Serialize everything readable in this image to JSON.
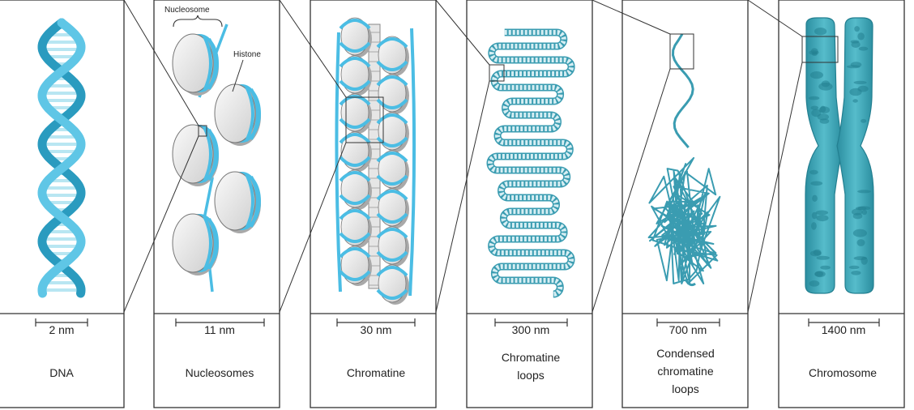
{
  "colors": {
    "dna_light": "#5fc6e6",
    "dna_dark": "#2a9bbf",
    "dna_rung": "#b8e6f2",
    "histone_strand": "#4bbde4",
    "disc_face": "#eeeeee",
    "disc_shadow": "#a9a9a9",
    "chromosome_fill": "#3ea7b8",
    "chromosome_dark": "#237f90",
    "loop_outline": "#3a9cb1"
  },
  "panels": [
    {
      "scale": "2 nm",
      "name_lines": [
        "DNA"
      ]
    },
    {
      "scale": "11 nm",
      "name_lines": [
        "Nucleosomes"
      ]
    },
    {
      "scale": "30 nm",
      "name_lines": [
        "Chromatine"
      ]
    },
    {
      "scale": "300 nm",
      "name_lines": [
        "Chromatine",
        "loops"
      ]
    },
    {
      "scale": "700 nm",
      "name_lines": [
        "Condensed",
        "chromatine",
        "loops"
      ]
    },
    {
      "scale": "1400 nm",
      "name_lines": [
        "Chromosome"
      ]
    }
  ],
  "annotations": {
    "nucleosome": "Nucleosome",
    "histone": "Histone"
  }
}
